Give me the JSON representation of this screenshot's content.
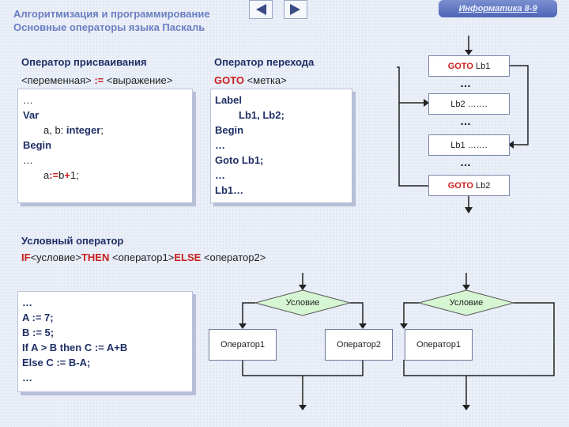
{
  "header": {
    "title": "Алгоритмизация и программирование",
    "subtitle": "Основные операторы языка Паскаль",
    "badge": "Информатика 8-9"
  },
  "assignment": {
    "label": "Оператор присваивания",
    "syntax_var": "<переменная>",
    "syntax_op": ":=",
    "syntax_expr": "<выражение>",
    "code": {
      "l1": "…",
      "l2": "Var",
      "l3_a": "a, b: ",
      "l3_b": "integer",
      "l3_c": ";",
      "l4": "Begin",
      "l5": "…",
      "l6_a": "a",
      "l6_b": ":=",
      "l6_c": "b",
      "l6_d": "+",
      "l6_e": "1;"
    }
  },
  "goto": {
    "label": "Оператор перехода",
    "syntax_kw": "GOTO",
    "syntax_arg": "<метка>",
    "code": {
      "l1": "Label",
      "l2": "Lb1, Lb2;",
      "l3": "Begin",
      "l4": "…",
      "l5": "Goto Lb1;",
      "l6": "…",
      "l7": "Lb1…"
    }
  },
  "flowchart": {
    "b1_kw": "GOTO",
    "b1_arg": "Lb1",
    "b2": "Lb2 …….",
    "b3": "Lb1 …….",
    "b4_kw": "GOTO",
    "b4_arg": "Lb2",
    "dots": "…"
  },
  "conditional": {
    "label": "Условный оператор",
    "syntax_if": "IF",
    "syntax_cond": "<условие>",
    "syntax_then": "THEN",
    "syntax_op1": "<оператор1>",
    "syntax_else": "ELSE",
    "syntax_op2": "<оператор2>",
    "code": {
      "l1": "…",
      "l2": "A := 7;",
      "l3": "B := 5;",
      "l4": "If A > B then C := A+B",
      "l5": "Else C := B-A;",
      "l6": "…"
    }
  },
  "diagram": {
    "cond1": "Условие",
    "op1": "Оператор1",
    "op2": "Оператор2",
    "cond2": "Условие",
    "op3": "Оператор1"
  }
}
